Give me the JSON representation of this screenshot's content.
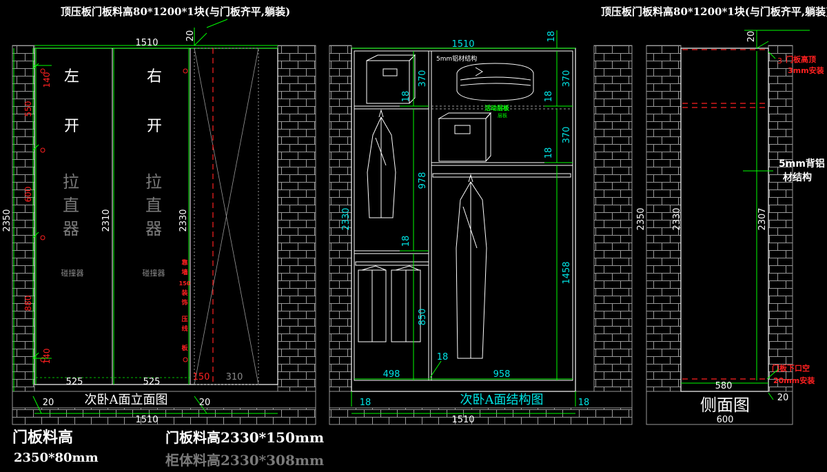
{
  "colors": {
    "background": "#000000",
    "wall_line": "#9a9a9a",
    "cabinet_line": "#ffffff",
    "dimension_green": "#00ff00",
    "dimension_cyan": "#00e5e5",
    "annotation_red": "#ff2020",
    "muted_text": "#8a8a8a"
  },
  "top_notes": {
    "left": "顶压板门板料高80*1200*1块(与门板齐平,躺装)",
    "right": "顶压板门板料高80*1200*1块(与门板齐平,躺装)"
  },
  "front_view": {
    "title": "次卧A面立面图",
    "total_width": "1510",
    "bottom_width": "1510",
    "height_outer": "2350",
    "height_door": "2310",
    "height_cabinet": "2330",
    "top_gap": "20",
    "bottom_gap_left": "20",
    "bottom_gap_right": "20",
    "door_left_width": "525",
    "door_right_width": "525",
    "side_width_red": "150",
    "side_width": "310",
    "hole_spacings": [
      "140",
      "550",
      "600",
      "880",
      "140"
    ],
    "left_door_chars": [
      "左",
      "开"
    ],
    "right_door_chars": [
      "右",
      "开"
    ],
    "left_straightener_chars": [
      "拉",
      "直",
      "器"
    ],
    "right_straightener_chars": [
      "拉",
      "直",
      "器"
    ],
    "left_bumper": "碰撞器",
    "right_bumper": "碰撞器",
    "red_vertical_note": [
      "靠",
      "墙",
      "150",
      "装",
      "饰",
      "压",
      "线",
      "板"
    ]
  },
  "structure_view": {
    "title": "次卧A面结构图",
    "total_width": "1510",
    "bottom_width": "1510",
    "top_thickness": "18",
    "side_left": "18",
    "side_right": "18",
    "height": "2330",
    "left_top_shelf": "370",
    "left_shelf_thickness": "18",
    "left_hanging": "978",
    "left_mid_thickness": "18",
    "left_lower": "850",
    "left_bottom_width": "498",
    "right_top_shelf": "370",
    "right_shelf_thickness_1": "18",
    "right_mid_shelf": "370",
    "right_shelf_thickness_2": "18",
    "right_hanging": "1458",
    "right_bottom_width": "958",
    "divider_thickness": "18",
    "aluminum_note": "5mm铝材结构",
    "movable_note": [
      "活动层板",
      "层板"
    ]
  },
  "side_view": {
    "title": "侧面图",
    "outer_height": "2350",
    "cabinet_height": "2330",
    "inner_height": "2307",
    "top_gap": "20",
    "top_offset": "3",
    "bottom_gap": "20",
    "inner_depth": "580",
    "outer_depth": "600",
    "back_note": [
      "5mm背铝",
      "材结构"
    ],
    "top_red_note": [
      "门板高顶",
      "3mm安装"
    ],
    "bottom_red_note": [
      "门板下口空",
      "20mm安装"
    ]
  },
  "bottom_notes": {
    "door_material": "门板料高",
    "door_material_size": "2350*80mm",
    "door_material_2": "门板料高2330*150mm",
    "cabinet_material": "柜体料高2330*308mm"
  }
}
